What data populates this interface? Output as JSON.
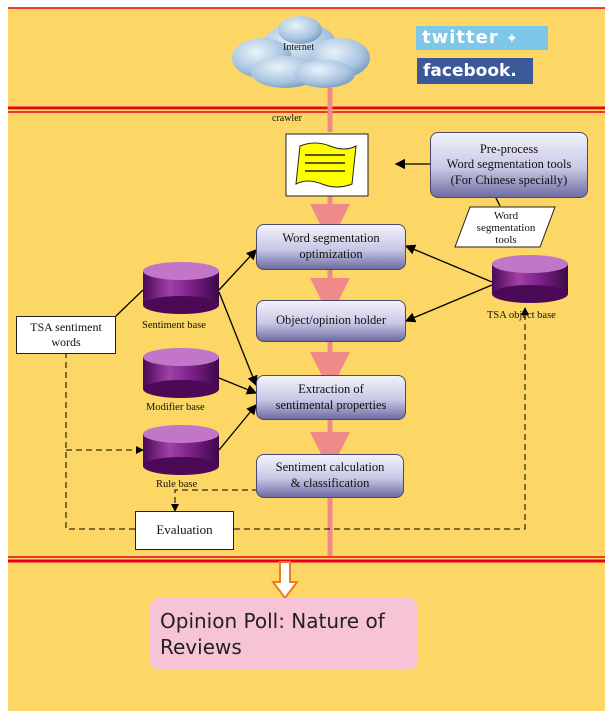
{
  "internet": "Internet",
  "twitter": "twitter",
  "facebook": "facebook.",
  "crawler": "crawler",
  "preprocess": [
    "Pre-process",
    "Word segmentation tools",
    "(For Chinese specially)"
  ],
  "word_seg_tools": [
    "Word",
    "segmentation",
    "tools"
  ],
  "word_seg_opt": [
    "Word segmentation",
    "optimization"
  ],
  "object_holder": "Object/opinion holder",
  "extraction": [
    "Extraction of",
    "sentimental properties"
  ],
  "sentiment_calc": [
    "Sentiment calculation",
    "& classification"
  ],
  "tsa_sentiment_words": [
    "TSA sentiment",
    "words"
  ],
  "evaluation": "Evaluation",
  "sentiment_base": "Sentiment base",
  "modifier_base": "Modifier base",
  "rule_base": "Rule base",
  "tsa_object_base": "TSA object base",
  "poll": [
    "Opinion Poll: Nature of",
    "Reviews"
  ],
  "colors": {
    "panel": "#fcd765",
    "red": "#e8001c",
    "pink": "#f7c3d7",
    "pipe": "#f08a8a",
    "db": "#8a1e8e"
  }
}
